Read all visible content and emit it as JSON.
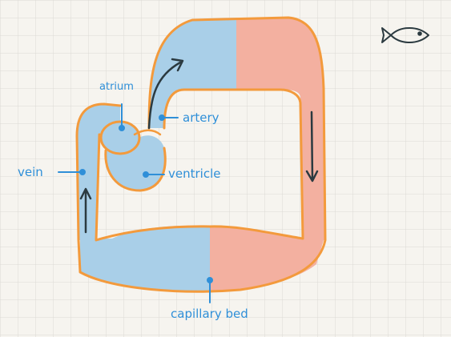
{
  "labels": {
    "atrium": "atrium",
    "artery": "artery",
    "vein": "vein",
    "ventricle": "ventricle",
    "capillary_bed": "capillary bed"
  },
  "icons": {
    "organism": "fish-icon",
    "flow_direction": "arrow-icon"
  },
  "colors": {
    "deoxygenated": "#a9cfe8",
    "oxygenated": "#f3b0a0",
    "outline": "#f39a3c",
    "label": "#2f8fd8",
    "arrow": "#2b3a40",
    "grid": "#dcdad4"
  }
}
